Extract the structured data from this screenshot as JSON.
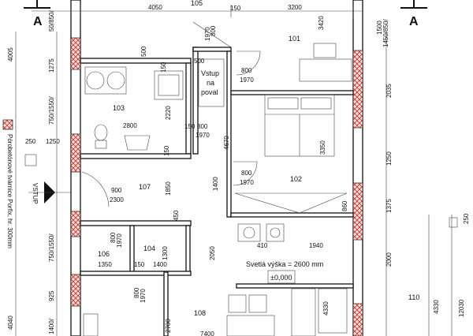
{
  "section_marks": {
    "left": "A",
    "right": "A"
  },
  "rooms": {
    "r101": "101",
    "r102": "102",
    "r103": "103",
    "r104": "104",
    "r105": "105",
    "r106": "106",
    "r107": "107",
    "r108": "108",
    "r110": "110"
  },
  "labels": {
    "attic_line1": "Vstup",
    "attic_line2": "na",
    "attic_line3": "poval",
    "entrance": "VSTUP",
    "ceiling_height": "Svetlá výška = 2600 mm",
    "level": "±0,000",
    "legend_text": "Pórobetónové tvárnice Porfix, hr. 300mm"
  },
  "dims": {
    "top_4050": "4050",
    "top_3200": "3200",
    "top_105": "105",
    "d800a": "800",
    "d1970a": "1970",
    "d500a": "500",
    "d500b": "500",
    "d150a": "150",
    "d150b": "150",
    "d150c": "150",
    "d150d": "150",
    "d150e": "150",
    "d3420": "3420",
    "d1500": "1500",
    "d1450_850": "1450/850/",
    "d800b": "800",
    "d1970b": "1970",
    "d2220": "2220",
    "d2800": "2800",
    "d800c": "800",
    "d1970c": "1970",
    "d4670": "4670",
    "d3350": "3350",
    "d800d": "800",
    "d1970d": "1970",
    "d1400": "1400",
    "d1850": "1850",
    "d900_2300": "900",
    "d2300": "2300",
    "d450": "450",
    "d860": "860",
    "d1940": "1940",
    "d410": "410",
    "d1300": "1300",
    "d800e": "800",
    "d1970e": "1970",
    "d1350": "1350",
    "d1400b": "1400",
    "d2050": "2050",
    "d800f": "800",
    "d1970f": "1970",
    "d2700": "2700",
    "d7400": "7400",
    "d4330a": "4330",
    "d4330b": "4330",
    "d12030": "12030",
    "d250a": "250",
    "d1250a": "1250",
    "right_2035": "2035",
    "right_1250": "1250",
    "right_1375": "1375",
    "right_2000": "2000",
    "right_250": "250",
    "left_4005": "4005",
    "left_4040": "4040",
    "left_1275": "1275",
    "left_750": "750/1550/",
    "left_750b": "750/1550/",
    "left_925": "925",
    "left_1400": "1400/",
    "left_50850": "50/850/"
  }
}
